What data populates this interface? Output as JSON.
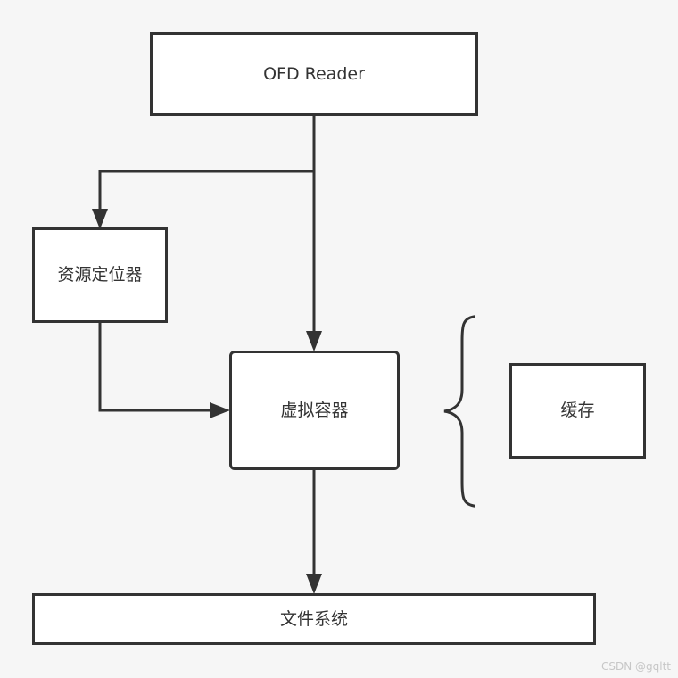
{
  "diagram": {
    "nodes": {
      "ofd_reader": "OFD Reader",
      "resource_locator": "资源定位器",
      "virtual_container": "虚拟容器",
      "cache": "缓存",
      "file_system": "文件系统"
    },
    "colors": {
      "background": "#f6f6f6",
      "stroke": "#333333",
      "node_fill": "#ffffff",
      "text": "#333333",
      "watermark": "#c7c7c7"
    }
  },
  "watermark": "CSDN @gqltt"
}
